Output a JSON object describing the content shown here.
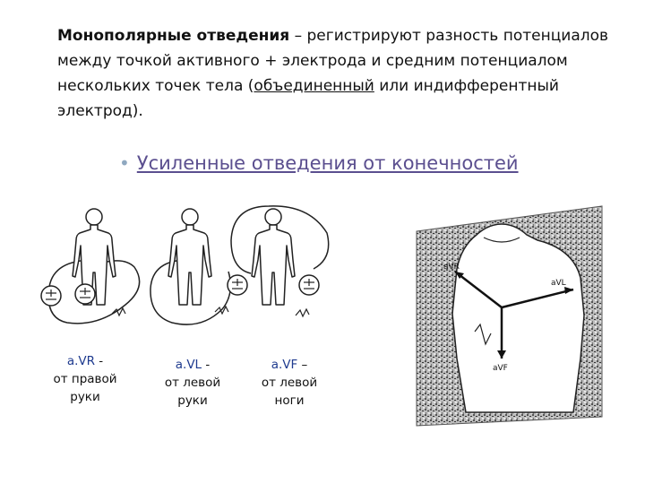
{
  "intro": {
    "bold_term": "Монополярные отведения",
    "part1": " – регистрируют разность потенциалов между точкой активного + электрода и средним потенциалом нескольких точек тела (",
    "underlined": "объединенный",
    "part2": " или индифферентный электрод)."
  },
  "bullet": {
    "text": "Усиленные отведения от конечностей"
  },
  "leads": [
    {
      "name": "a.VR",
      "suffix": " -",
      "line2": "от правой",
      "line3": "руки"
    },
    {
      "name": "a.VL",
      "suffix": " -",
      "line2": "от левой",
      "line3": "руки"
    },
    {
      "name": "a.VF",
      "suffix": " –",
      "line2": "от левой",
      "line3": "ноги"
    }
  ],
  "torso_labels": {
    "avr": "aVR",
    "avl": "aVL",
    "avf": "aVF"
  },
  "colors": {
    "bullet_text": "#5b4f8f",
    "lead_name": "#1f3b8f"
  }
}
